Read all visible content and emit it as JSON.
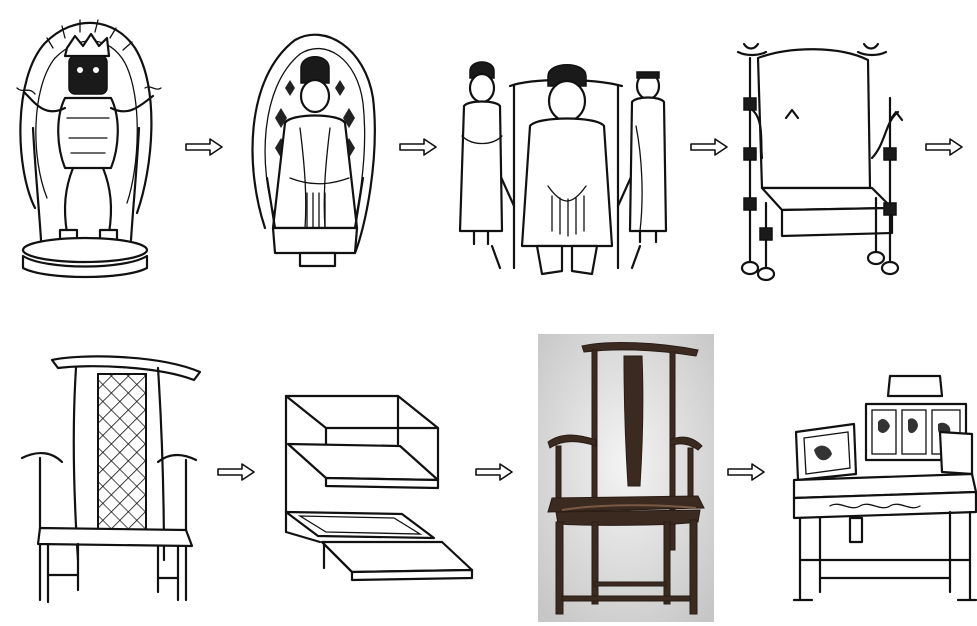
{
  "diagram": {
    "rows": [
      {
        "items": [
          {
            "id": "deity-throne",
            "icon": "deity-on-lotus-throne"
          },
          {
            "id": "seated-buddha",
            "icon": "seated-buddha-mandorla"
          },
          {
            "id": "official-chair",
            "icon": "official-seated-with-attendants"
          },
          {
            "id": "ornate-throne",
            "icon": "ornate-armchair-throne"
          }
        ],
        "arrow_count": 4
      },
      {
        "items": [
          {
            "id": "yoke-back-chair",
            "icon": "lattice-yoke-back-armchair"
          },
          {
            "id": "frame-structure",
            "icon": "stacked-frame-structure"
          },
          {
            "id": "official-hat-chair-photo",
            "icon": "wooden-official-hat-chair"
          },
          {
            "id": "carved-armchair",
            "icon": "carved-panel-armchair"
          }
        ],
        "arrow_count": 3
      }
    ],
    "colors": {
      "ink": "#111111",
      "background": "#ffffff",
      "wood": "#3b2a20",
      "photo_bg": "#cfcfcf"
    }
  }
}
